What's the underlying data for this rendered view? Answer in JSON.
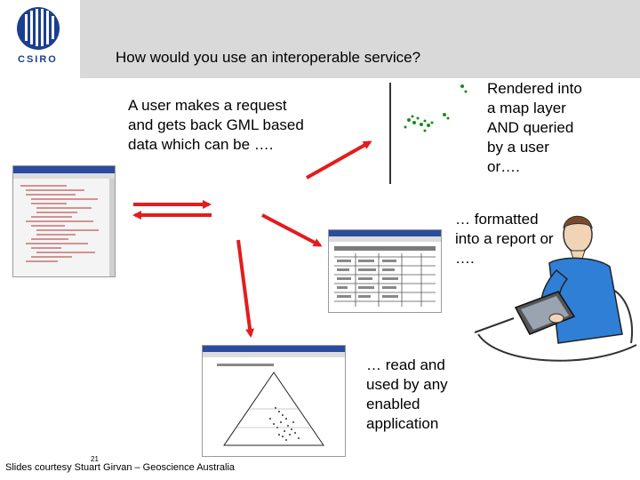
{
  "header": {
    "logo_text": "CSIRO",
    "title": "How would you use an interoperable service?"
  },
  "callouts": {
    "request": "A user makes a request and gets back GML based data which can be ….",
    "map": "Rendered into a map layer AND queried by a user or….",
    "report": "… formatted into a report or ….",
    "application": "… read and used by any enabled application"
  },
  "footer": {
    "page_number": "21",
    "credit": "Slides courtesy Stuart Girvan – Geoscience Australia"
  },
  "colors": {
    "header_band": "#d9d9d9",
    "arrow": "#e41c1c",
    "map_points": "#1a8a1a",
    "logo_blue": "#1b3f8f"
  },
  "icons": [
    "csiro-logo",
    "xml-document-screenshot",
    "map-layer-screenshot",
    "report-screenshot",
    "ternary-plot-screenshot",
    "user-at-laptop-illustration"
  ]
}
